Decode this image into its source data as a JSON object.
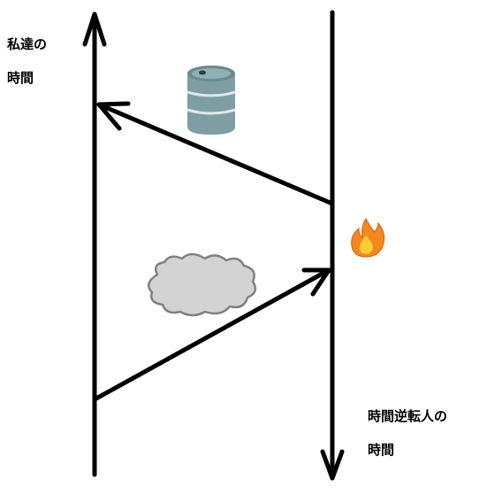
{
  "labels": {
    "our_time": [
      "私達の",
      "時間"
    ],
    "inverted_time": [
      "時間逆転人の",
      "時間"
    ]
  },
  "colors": {
    "ink": "#000000",
    "barrel_body": "#7e9ea3",
    "barrel_band": "#dfe8ea",
    "cloud_fill": "#d3d3d3",
    "cloud_stroke": "#808080",
    "fire_outer": "#f5871f",
    "fire_inner": "#ffcc33"
  },
  "icons": {
    "barrel": "oil-drum-icon",
    "cloud": "smoke-cloud-icon",
    "fire": "fire-icon"
  }
}
